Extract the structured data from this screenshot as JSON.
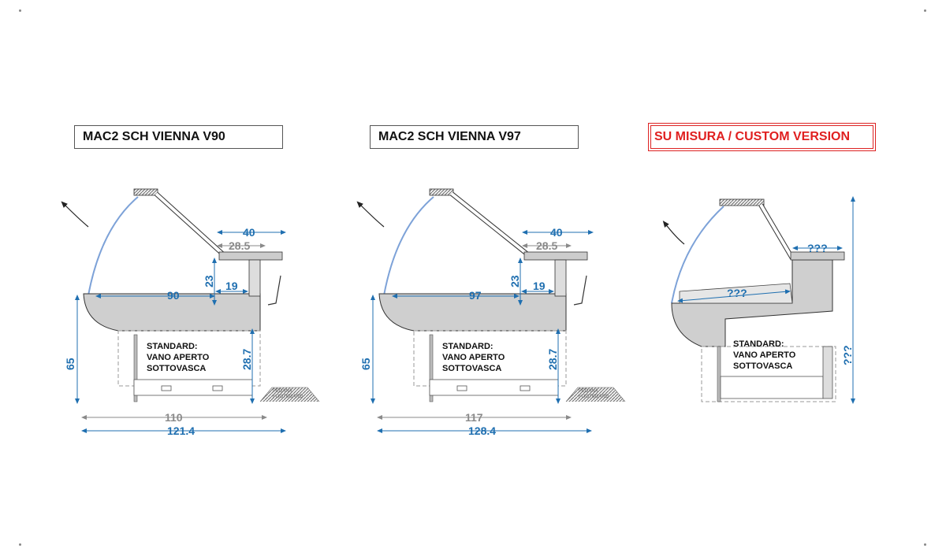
{
  "panels": [
    {
      "title": "MAC2 SCH VIENNA V90",
      "dims": {
        "top_width": "40",
        "top_inner": "28.5",
        "shelf_h": "23",
        "shelf_d": "19",
        "tray": "90",
        "height": "65",
        "open_h": "28.7",
        "inner_w": "110",
        "total_w": "121.4"
      },
      "standard": [
        "STANDARD:",
        "VANO APERTO",
        "SOTTOVASCA"
      ],
      "footboard": [
        "PEDANA",
        "FOOTBOARD"
      ]
    },
    {
      "title": "MAC2 SCH VIENNA V97",
      "dims": {
        "top_width": "40",
        "top_inner": "28.5",
        "shelf_h": "23",
        "shelf_d": "19",
        "tray": "97",
        "height": "65",
        "open_h": "28.7",
        "inner_w": "117",
        "total_w": "128.4"
      },
      "standard": [
        "STANDARD:",
        "VANO APERTO",
        "SOTTOVASCA"
      ],
      "footboard": [
        "PEDANA",
        "FOOTBOARD"
      ]
    },
    {
      "title": "SU MISURA / CUSTOM VERSION",
      "dims": {
        "top_width": "???",
        "tray": "???",
        "height": "???"
      },
      "standard": [
        "STANDARD:",
        "VANO APERTO",
        "SOTTOVASCA"
      ]
    }
  ],
  "colors": {
    "dimension": "#1f6fb0",
    "secondary_dim": "#8a8a8a",
    "custom_title": "#e02020",
    "body": "#cfcfcf"
  }
}
